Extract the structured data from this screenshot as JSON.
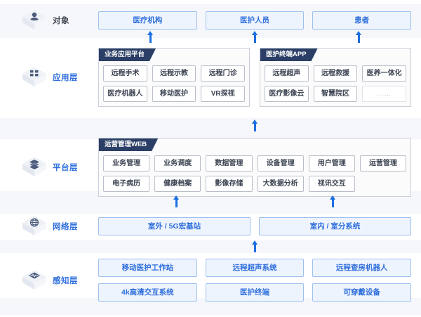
{
  "layers": [
    {
      "id": "object",
      "label": "对象",
      "label_color": "dark",
      "icon": "person-cube-icon",
      "items": [
        "医疗机构",
        "医护人员",
        "患者"
      ]
    },
    {
      "id": "application",
      "label": "应用层",
      "label_color": "blue",
      "icon": "grid-cube-icon",
      "panels": [
        {
          "title": "业务应用平台",
          "rows": [
            [
              "远程手术",
              "远程示教",
              "远程门诊"
            ],
            [
              "医疗机器人",
              "移动医护",
              "VR探视"
            ]
          ]
        },
        {
          "title": "医护终端APP",
          "rows": [
            [
              "远程超声",
              "远程救援",
              "医养一体化"
            ],
            [
              "医疗影像云",
              "智慧院区",
              "……"
            ]
          ]
        }
      ]
    },
    {
      "id": "platform",
      "label": "平台层",
      "label_color": "blue",
      "icon": "layers-cube-icon",
      "panels": [
        {
          "title": "运营管理WEB",
          "rows": [
            [
              "业务管理",
              "业务调度",
              "数据管理",
              "设备管理",
              "用户管理",
              "运营管理"
            ],
            [
              "电子病历",
              "健康档案",
              "影像存储",
              "大数据分析",
              "视讯交互",
              ""
            ]
          ]
        }
      ]
    },
    {
      "id": "network",
      "label": "网络层",
      "label_color": "blue",
      "icon": "globe-cube-icon",
      "items": [
        "室外 / 5G宏基站",
        "室内 / 室分系统"
      ]
    },
    {
      "id": "perception",
      "label": "感知层",
      "label_color": "blue",
      "icon": "monitor-cube-icon",
      "rows": [
        [
          "移动医护工作站",
          "远程超声系统",
          "远程查房机器人"
        ],
        [
          "4k高清交互系统",
          "医护终端",
          "可穿戴设备"
        ]
      ]
    }
  ],
  "colors": {
    "accent_blue": "#2f6fdd",
    "arrow_blue": "#1a6fe0",
    "panel_header": "#2b3f66",
    "band": "#f5f7fb",
    "box_fill": "#eef4fd",
    "box_border": "#9cc0f0",
    "grey_border": "#b9bfca",
    "grey_text": "#3d4453"
  }
}
